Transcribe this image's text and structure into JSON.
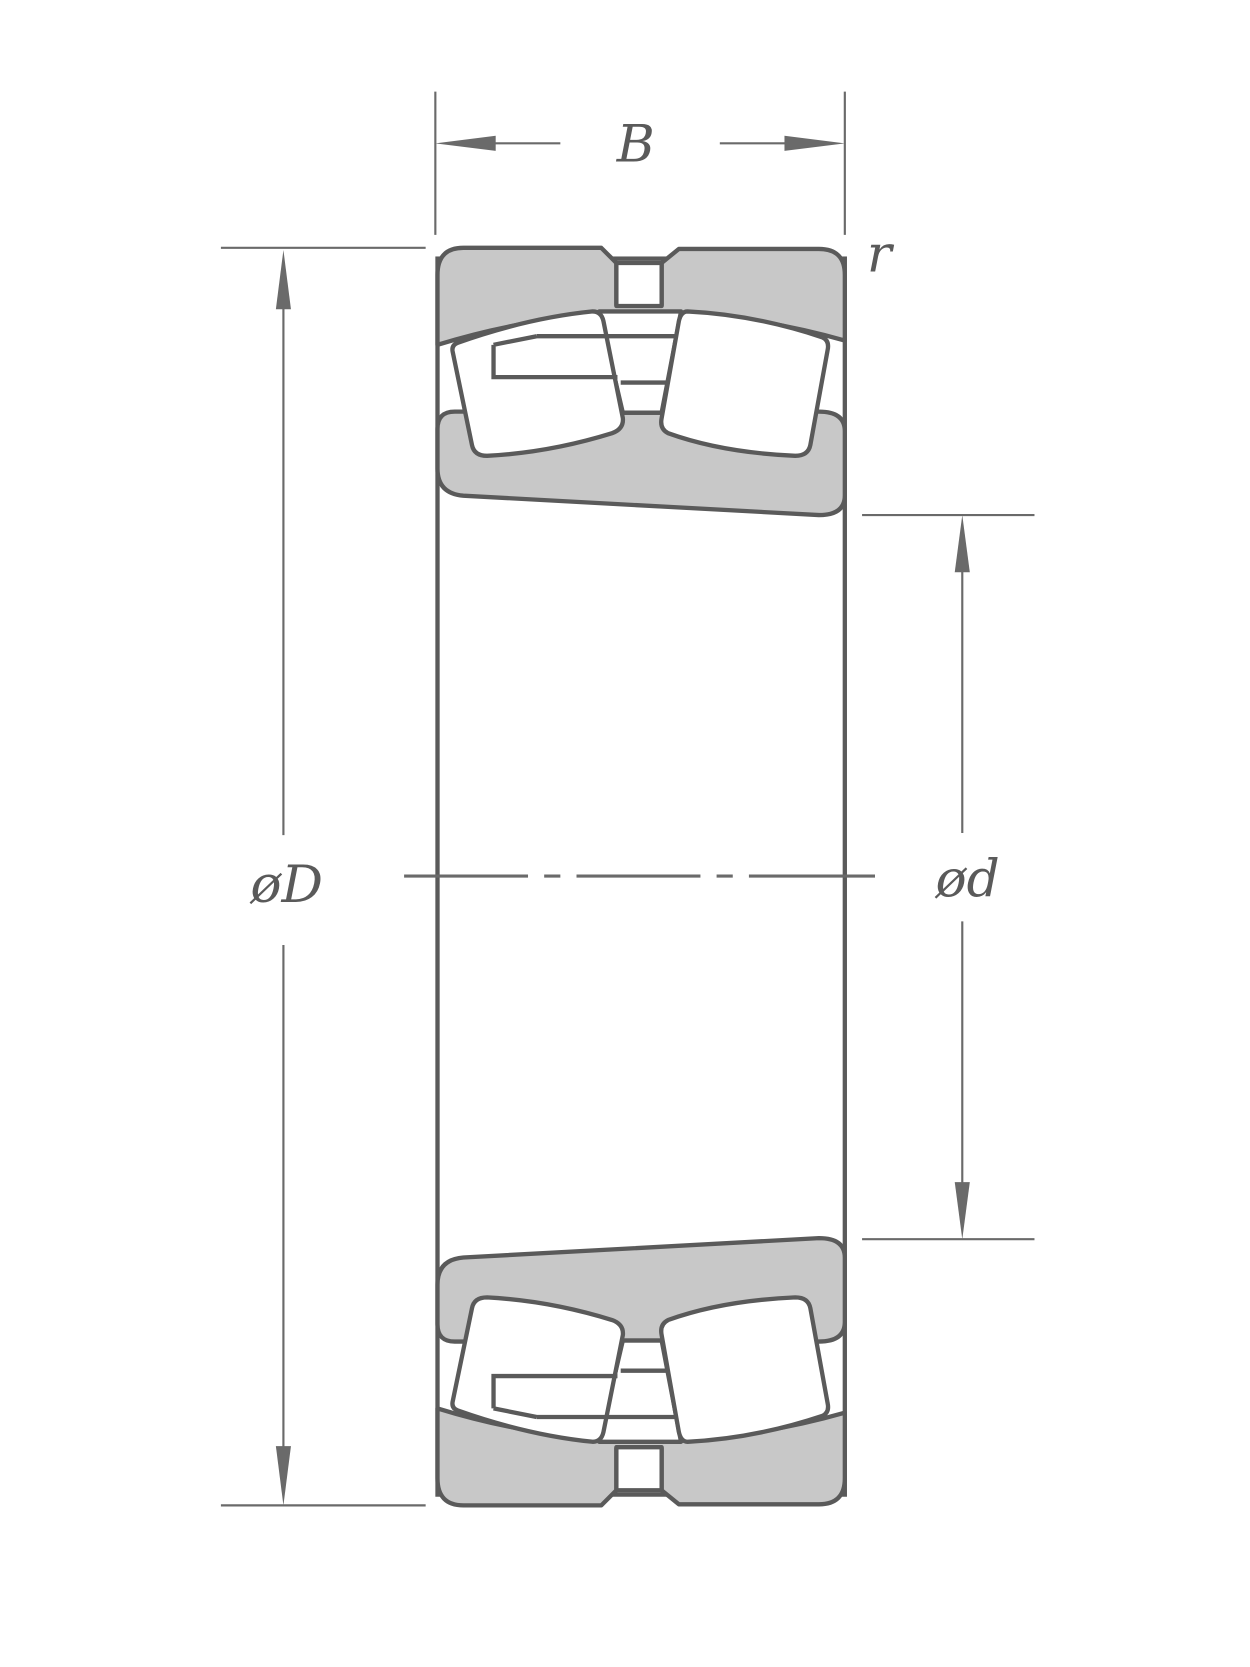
{
  "diagram": {
    "labels": {
      "width": "B",
      "chamfer": "r",
      "outer_diameter": "øD",
      "bore_diameter": "ød"
    },
    "colors": {
      "stroke": "#5a5a5a",
      "dimension_line": "#6a6a6a",
      "ring_fill": "#c8c8c8",
      "roller_fill": "#ffffff",
      "background": "#ffffff"
    }
  }
}
